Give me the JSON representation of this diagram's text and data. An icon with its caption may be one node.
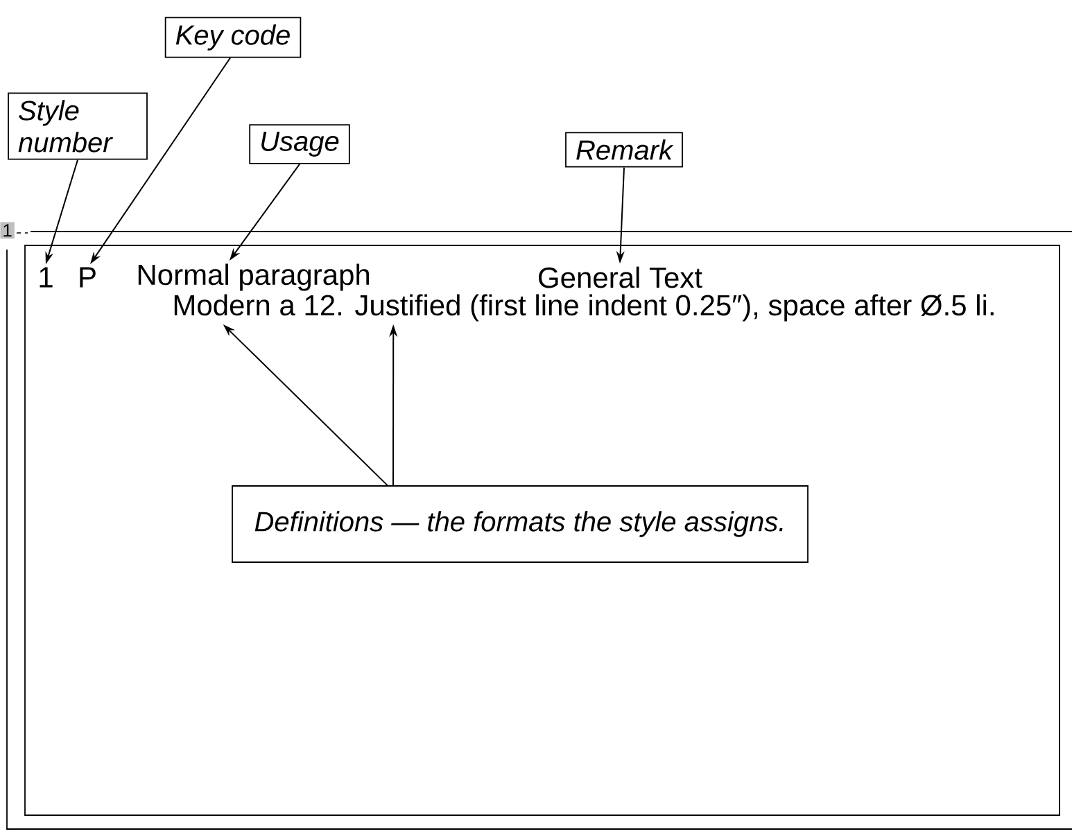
{
  "diagram": {
    "nodes": [
      {
        "text": [
          "Key code"
        ]
      },
      {
        "text": [
          "Style number"
        ]
      },
      {
        "text": [
          "Usage"
        ]
      },
      {
        "text": [
          "Remark"
        ]
      },
      {
        "text": [
          "Definitions — the formats the style assigns."
        ]
      },
      {
        "text": [
          "1"
        ]
      },
      {
        "text": [
          "P"
        ]
      },
      {
        "text": [
          "Normal paragraph"
        ]
      },
      {
        "text": [
          "General Text"
        ]
      },
      {
        "text": [
          "Modern a 12. Justified (first line indent 0.25″), space after Ø.5 li."
        ]
      }
    ],
    "edges": [
      {
        "from": 1,
        "to": 5,
        "arrow": "to"
      },
      {
        "from": 0,
        "to": 6,
        "arrow": "to"
      },
      {
        "from": 2,
        "to": 7,
        "arrow": "to"
      },
      {
        "from": 3,
        "to": 8,
        "arrow": "to"
      },
      {
        "from": 4,
        "to": 9,
        "arrow": "to"
      },
      {
        "from": 4,
        "to": 9,
        "arrow": "to"
      }
    ],
    "labels": [
      "1"
    ]
  }
}
